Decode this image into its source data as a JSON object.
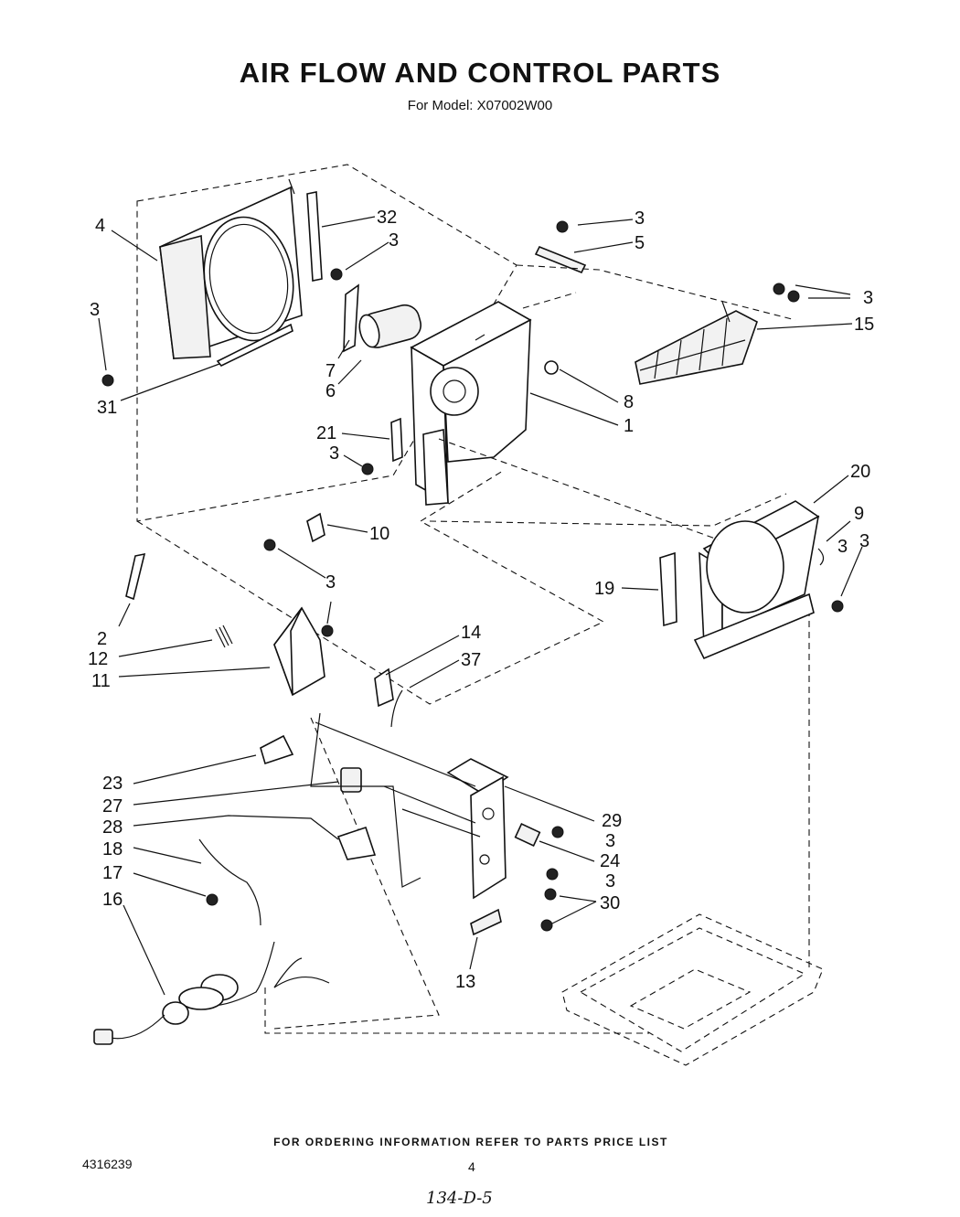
{
  "header": {
    "title": "AIR FLOW AND CONTROL PARTS",
    "subtitle": "For Model: X07002W00"
  },
  "callouts": [
    "4",
    "32",
    "3",
    "3",
    "3",
    "31",
    "7",
    "6",
    "3",
    "5",
    "3",
    "15",
    "8",
    "1",
    "21",
    "3",
    "10",
    "3",
    "2",
    "12",
    "11",
    "14",
    "37",
    "20",
    "9",
    "3",
    "19",
    "23",
    "27",
    "28",
    "18",
    "17",
    "16",
    "29",
    "3",
    "24",
    "3",
    "30",
    "13"
  ],
  "footer": {
    "ordering_note": "FOR ORDERING INFORMATION REFER TO PARTS PRICE LIST",
    "doc_number": "4316239",
    "page_number": "4",
    "handwritten_code": "134-D-5"
  }
}
